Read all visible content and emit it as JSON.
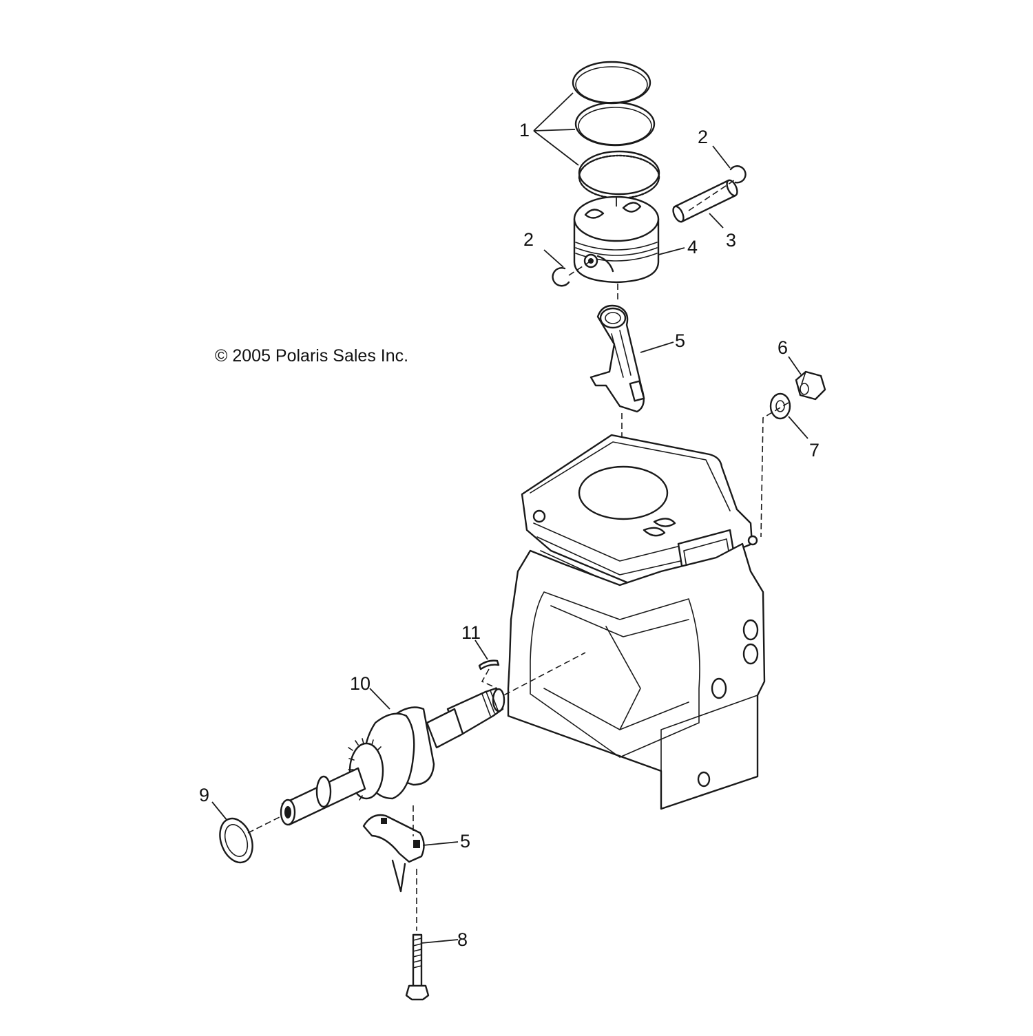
{
  "diagram": {
    "copyright": "© 2005 Polaris Sales Inc.",
    "callouts": [
      {
        "id": "c1",
        "label": "1",
        "part": "piston-rings"
      },
      {
        "id": "c2a",
        "label": "2",
        "part": "circlip"
      },
      {
        "id": "c2b",
        "label": "2",
        "part": "circlip"
      },
      {
        "id": "c3",
        "label": "3",
        "part": "piston-pin"
      },
      {
        "id": "c4",
        "label": "4",
        "part": "piston"
      },
      {
        "id": "c5a",
        "label": "5",
        "part": "connecting-rod"
      },
      {
        "id": "c5b",
        "label": "5",
        "part": "connecting-rod-cap"
      },
      {
        "id": "c6",
        "label": "6",
        "part": "nut"
      },
      {
        "id": "c7",
        "label": "7",
        "part": "washer"
      },
      {
        "id": "c8",
        "label": "8",
        "part": "rod-bolt"
      },
      {
        "id": "c9",
        "label": "9",
        "part": "oil-seal"
      },
      {
        "id": "c10",
        "label": "10",
        "part": "crankshaft"
      },
      {
        "id": "c11",
        "label": "11",
        "part": "woodruff-key"
      }
    ]
  }
}
